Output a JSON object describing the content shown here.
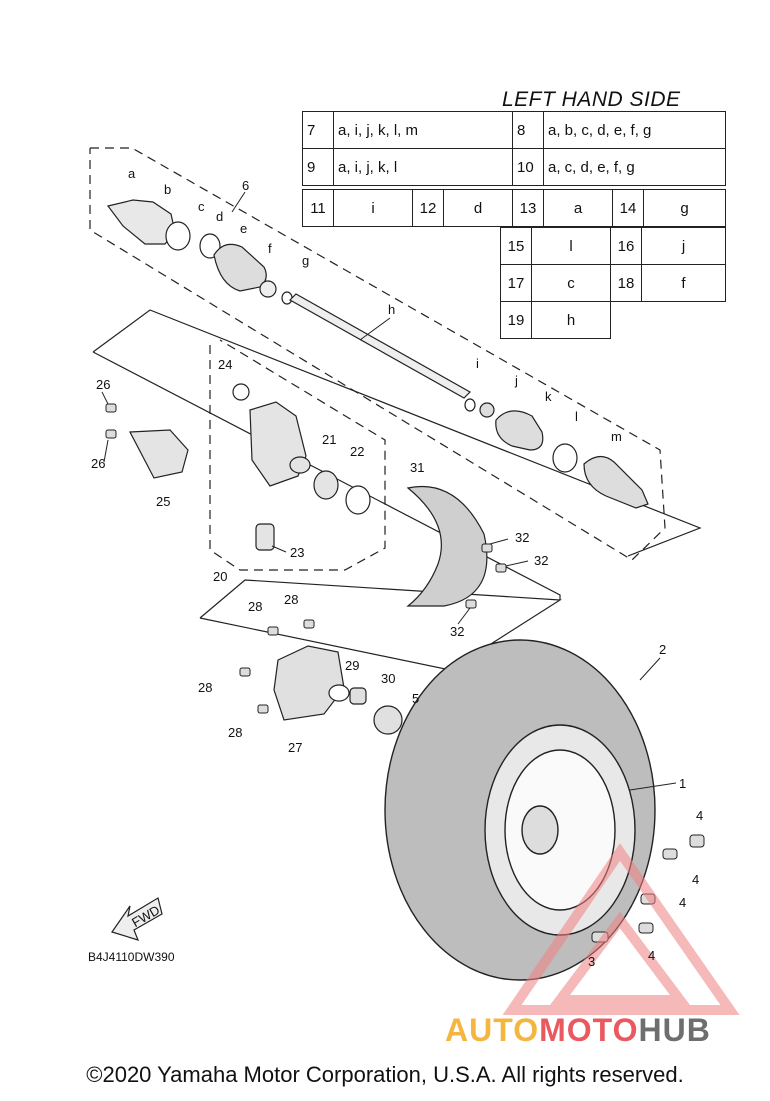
{
  "title": "LEFT HAND SIDE",
  "footer": "©2020 Yamaha Motor Corporation, U.S.A. All rights reserved.",
  "diagram_code": "B4J4110DW390",
  "fwd_label": "FWD",
  "watermark": {
    "part1": "AUTO",
    "part2": "MOTO",
    "part3": "HUB"
  },
  "legend": {
    "row7": {
      "num": "7",
      "codes": "a, i, j, k, l, m"
    },
    "row8": {
      "num": "8",
      "codes": "a, b, c, d, e, f, g"
    },
    "row9": {
      "num": "9",
      "codes": "a, i, j, k, l"
    },
    "row10": {
      "num": "10",
      "codes": "a, c, d, e, f, g"
    },
    "row11": {
      "num": "11",
      "code": "i"
    },
    "row12": {
      "num": "12",
      "code": "d"
    },
    "row13": {
      "num": "13",
      "code": "a"
    },
    "row14": {
      "num": "14",
      "code": "g"
    },
    "row15": {
      "num": "15",
      "code": "l"
    },
    "row16": {
      "num": "16",
      "code": "j"
    },
    "row17": {
      "num": "17",
      "code": "c"
    },
    "row18": {
      "num": "18",
      "code": "f"
    },
    "row19": {
      "num": "19",
      "code": "h"
    }
  },
  "callouts": {
    "a": "a",
    "b": "b",
    "c": "c",
    "d": "d",
    "e": "e",
    "f": "f",
    "g": "g",
    "h": "h",
    "i": "i",
    "j": "j",
    "k": "k",
    "l": "l",
    "m": "m",
    "n6": "6",
    "n24": "24",
    "n26a": "26",
    "n26b": "26",
    "n25": "25",
    "n21": "21",
    "n22": "22",
    "n23": "23",
    "n20": "20",
    "n31": "31",
    "n32a": "32",
    "n32b": "32",
    "n32c": "32",
    "n28a": "28",
    "n28b": "28",
    "n28c": "28",
    "n28d": "28",
    "n29": "29",
    "n30": "30",
    "n5": "5",
    "n27": "27",
    "n2": "2",
    "n1": "1",
    "n4a": "4",
    "n4b": "4",
    "n4c": "4",
    "n4d": "4",
    "n3": "3"
  }
}
